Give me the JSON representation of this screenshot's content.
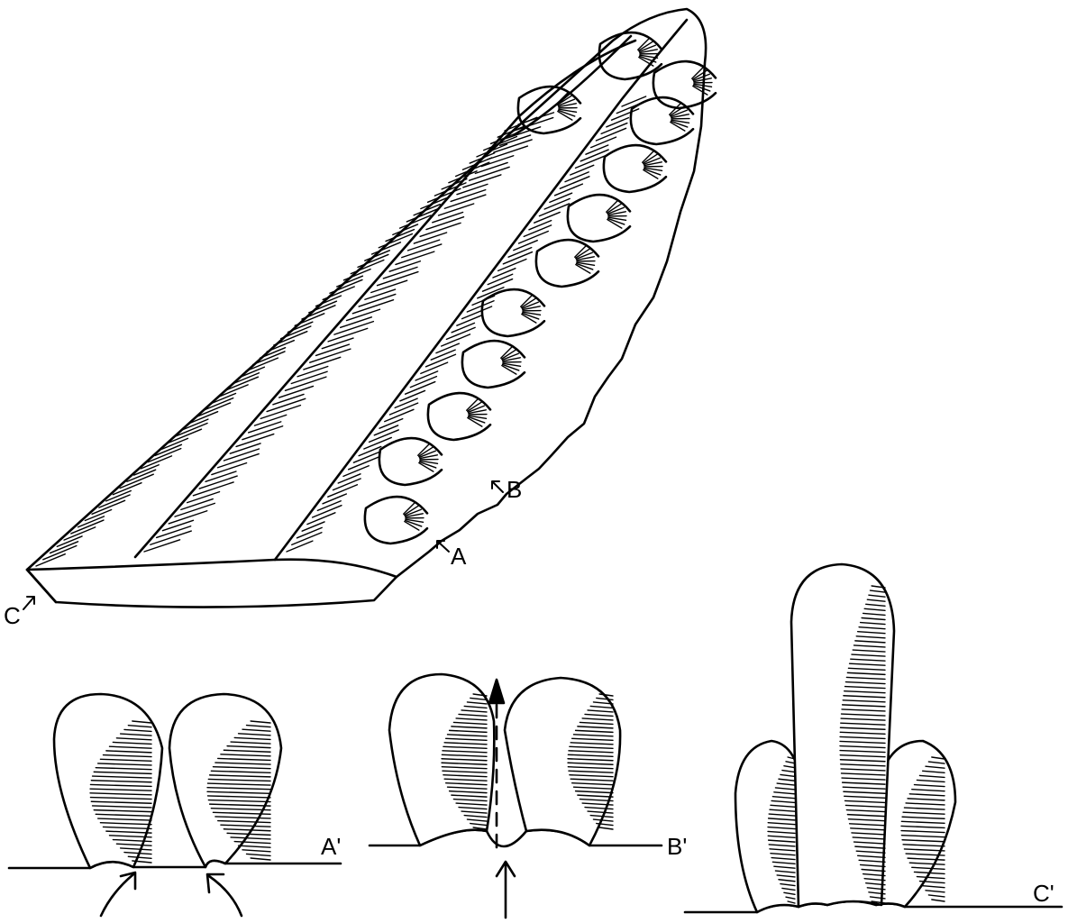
{
  "labels": {
    "a": "A",
    "b": "B",
    "c": "C",
    "a_prime": "A'",
    "b_prime": "B'",
    "c_prime": "C'"
  },
  "colors": {
    "ink": "#000000",
    "paper": "#ffffff"
  }
}
